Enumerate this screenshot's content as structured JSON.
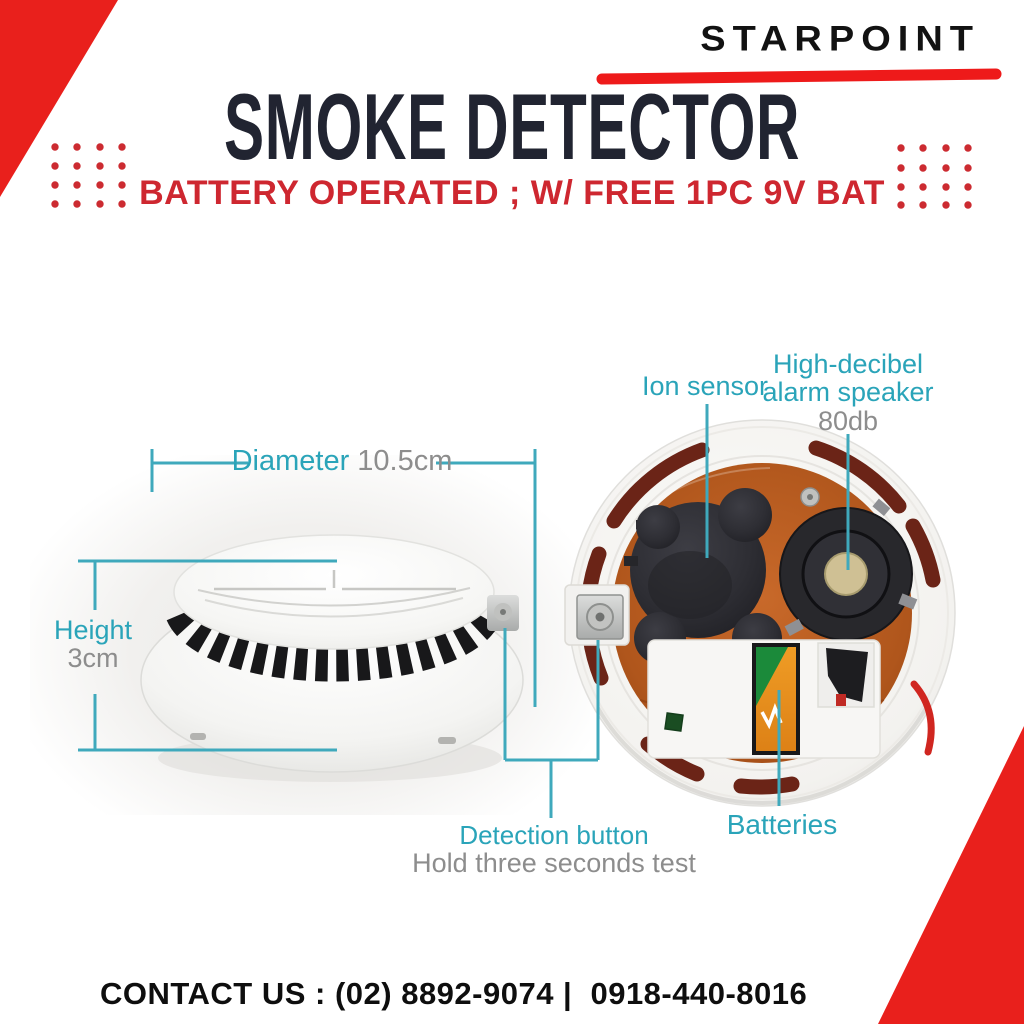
{
  "brand": {
    "logo": "STARPOINT"
  },
  "header": {
    "title": "SMOKE DETECTOR",
    "subtitle": "BATTERY OPERATED ; W/ FREE 1PC 9V BAT"
  },
  "diagram": {
    "diameter_label": "Diameter",
    "diameter_value": "10.5cm",
    "height_label": "Height",
    "height_value": "3cm",
    "detection_label": "Detection button",
    "detection_sub": "Hold three seconds test",
    "ion_sensor_label": "Ion sensor",
    "speaker_label_line1": "High-decibel",
    "speaker_label_line2": "alarm speaker",
    "speaker_value": "80db",
    "batteries_label": "Batteries"
  },
  "footer": {
    "contact": "CONTACT US : (02) 8892-9074 |  0918-440-8016"
  },
  "colors": {
    "accent_red": "#e9201c",
    "dot_red": "#cc2b31",
    "callout_teal": "#3fa9bc",
    "label_gray": "#8d8d8d",
    "title_dark": "#212431"
  }
}
